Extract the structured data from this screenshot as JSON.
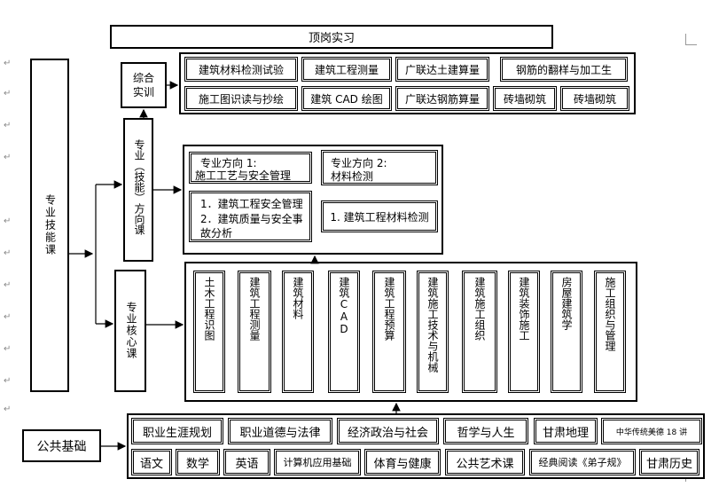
{
  "top": {
    "internship": "顶岗实习"
  },
  "skills_main": "专业技能课",
  "comprehensive": {
    "label": "综合实训",
    "row1": [
      "建筑材料检测试验",
      "建筑工程测量",
      "广联达土建算量",
      "钢筋的翻样与加工生"
    ],
    "row2": [
      "施工图识读与抄绘",
      "建筑 CAD 绘图",
      "广联达钢筋算量",
      "砖墙砌筑",
      "砖墙砌筑"
    ]
  },
  "direction": {
    "label": "专业（技能）方向课",
    "dir1_title": "专业方向 1:",
    "dir1_name": "施工工艺与安全管理",
    "dir2_title": "专业方向 2:",
    "dir2_name": "材料检测",
    "dir1_items": [
      "1．建筑工程安全管理",
      "2．建筑质量与安全事故分析"
    ],
    "dir2_items": [
      "1. 建筑工程材料检测"
    ]
  },
  "core": {
    "label": "专业核心课",
    "courses": [
      "土木工程识图",
      "建筑工程测量",
      "建筑材料",
      "建筑CAD",
      "建筑工程预算",
      "建筑施工技术与机械",
      "建筑施工组织",
      "建筑装饰施工",
      "房屋建筑学",
      "施工组织与管理"
    ]
  },
  "public": {
    "label": "公共基础",
    "row1": [
      "职业生涯规划",
      "职业道德与法律",
      "经济政治与社会",
      "哲学与人生",
      "甘肃地理",
      "中华传统美德 18 讲"
    ],
    "row2": [
      "语文",
      "数学",
      "英语",
      "计算机应用基础",
      "体育与健康",
      "公共艺术课",
      "经典阅读《弟子规》",
      "甘肃历史"
    ]
  }
}
